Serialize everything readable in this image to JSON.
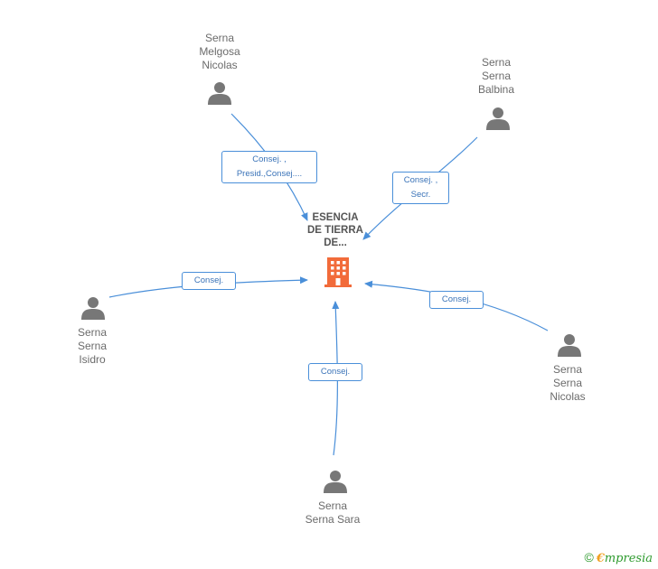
{
  "company": {
    "name": "ESENCIA\nDE TIERRA\nDE...",
    "icon": "building-icon",
    "color": "#f26b3a"
  },
  "people": [
    {
      "id": "melgosa",
      "name": "Serna\nMelgosa\nNicolas",
      "icon": "person-icon"
    },
    {
      "id": "balbina",
      "name": "Serna\nSerna\nBalbina",
      "icon": "person-icon"
    },
    {
      "id": "isidro",
      "name": "Serna\nSerna\nIsidro",
      "icon": "person-icon"
    },
    {
      "id": "nicolas",
      "name": "Serna\nSerna\nNicolas",
      "icon": "person-icon"
    },
    {
      "id": "sara",
      "name": "Serna\nSerna Sara",
      "icon": "person-icon"
    }
  ],
  "relations": [
    {
      "from": "melgosa",
      "label": "Consej. ,\nPresid.,Consej...."
    },
    {
      "from": "balbina",
      "label": "Consej. ,\nSecr."
    },
    {
      "from": "isidro",
      "label": "Consej."
    },
    {
      "from": "nicolas",
      "label": "Consej."
    },
    {
      "from": "sara",
      "label": "Consej."
    }
  ],
  "colors": {
    "edge": "#4a8fd9",
    "person": "#777777"
  },
  "footer": {
    "copyright": "©",
    "brand_first": "€",
    "brand_rest": "mpresia"
  }
}
